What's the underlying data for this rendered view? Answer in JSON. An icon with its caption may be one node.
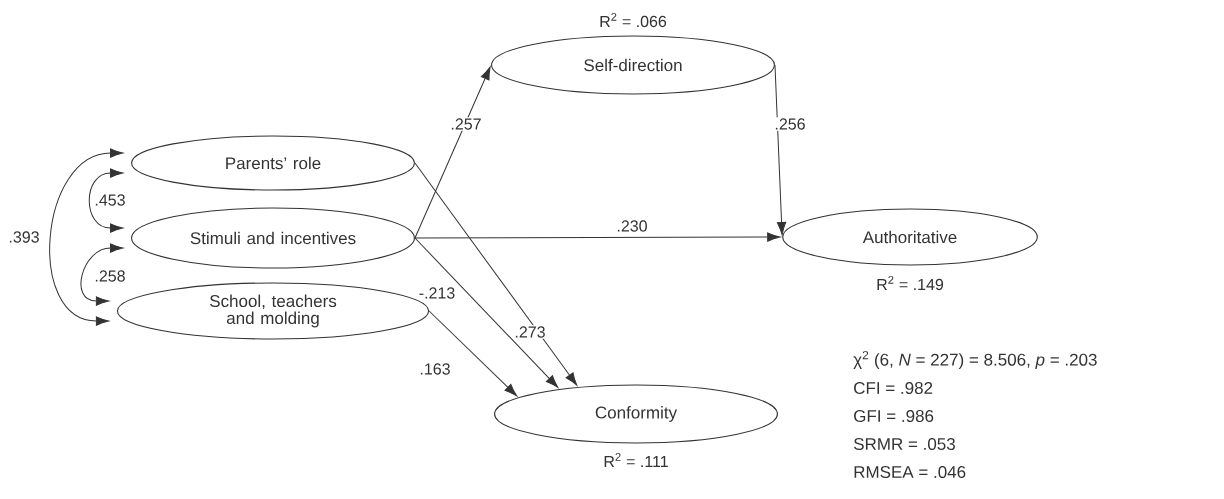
{
  "diagram": {
    "nodes": [
      {
        "text": [
          "Parents’ role"
        ]
      },
      {
        "text": [
          "Stimuli and incentives"
        ]
      },
      {
        "text": [
          "School, teachers and molding"
        ]
      },
      {
        "text": [
          "Self-direction"
        ],
        "beside": [
          "R$^{2}$ = .066"
        ]
      },
      {
        "text": [
          "Authoritative"
        ],
        "beside": [
          "R$^{2}$ = .149"
        ]
      },
      {
        "text": [
          "Conformity"
        ],
        "beside": [
          "R$^{2}$ = .111"
        ]
      }
    ],
    "edges": [
      {
        "from": 0,
        "to": 1,
        "arrow": "both",
        "label": ".453"
      },
      {
        "from": 1,
        "to": 2,
        "arrow": "both",
        "label": ".258"
      },
      {
        "from": 0,
        "to": 2,
        "arrow": "both",
        "label": ".393"
      },
      {
        "from": 1,
        "to": 3,
        "arrow": "to",
        "label": ".257"
      },
      {
        "from": 3,
        "to": 4,
        "arrow": "to",
        "label": ".256"
      },
      {
        "from": 1,
        "to": 4,
        "arrow": "to",
        "label": ".230"
      },
      {
        "from": 1,
        "to": 5,
        "arrow": "to",
        "label": "-.213"
      },
      {
        "from": 0,
        "to": 5,
        "arrow": "to",
        "label": ".273"
      },
      {
        "from": 2,
        "to": 5,
        "arrow": "to",
        "label": ".163"
      }
    ],
    "labels": [
      "χ$^{2}$ (6, *N* = 227) = 8.506, *p* = .203",
      "CFI = .982",
      "GFI = .986",
      "SRMR = .053",
      "RMSEA = .046"
    ]
  }
}
